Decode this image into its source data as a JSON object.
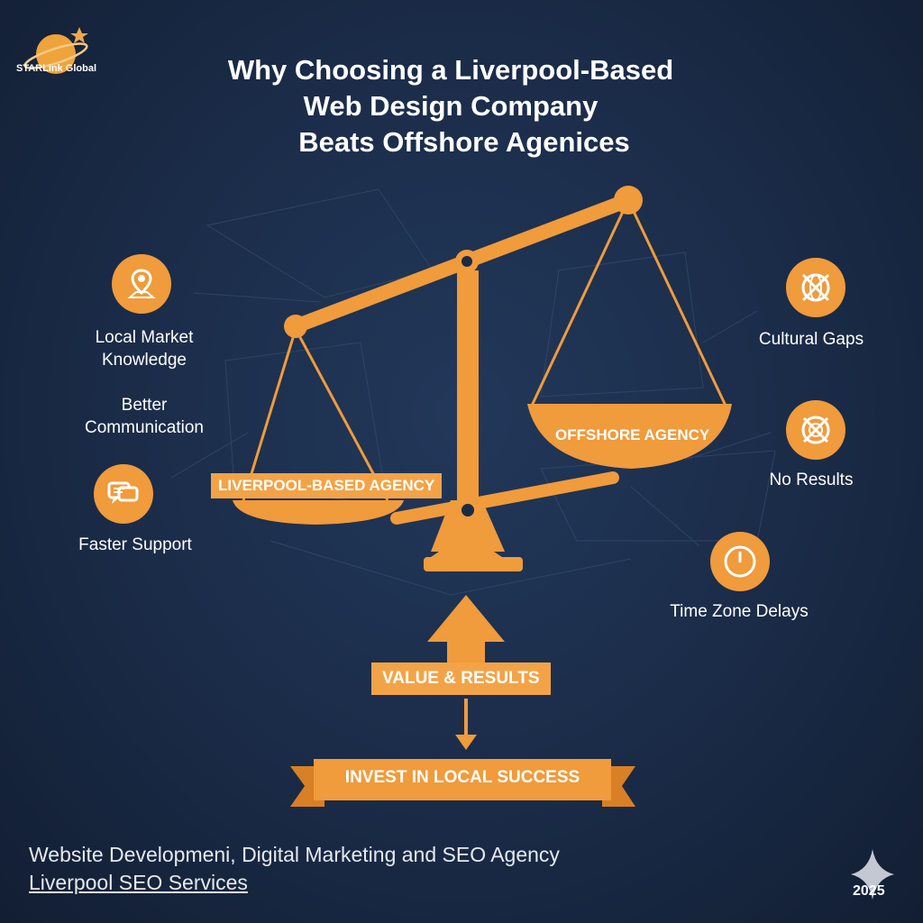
{
  "brand": {
    "logo_text": "STARLink Global"
  },
  "title": {
    "line1": "Why Choosing a Liverpool-Based",
    "line2": "Web Design Company",
    "line3": "Beats Offshore Agenices"
  },
  "left_benefits": [
    {
      "label": "Local Market Knowledge",
      "icon": "map-pin-icon"
    },
    {
      "label": "Better Communication",
      "icon": ""
    },
    {
      "label": "Faster Support",
      "icon": "chat-bubbles-icon"
    }
  ],
  "right_drawbacks": [
    {
      "label": "Cultural Gaps",
      "icon": "crossed-globe-icon"
    },
    {
      "label": "No Results",
      "icon": "crossed-target-icon"
    },
    {
      "label": "Time Zone Delays",
      "icon": "clock-icon"
    }
  ],
  "scale": {
    "left_pan_label": "LIVERPOOL-BASED AGENCY",
    "right_pan_label": "OFFSHORE AGENCY"
  },
  "value_label": "VALUE & RESULTS",
  "banner_label": "INVEST IN LOCAL SUCCESS",
  "footer": {
    "tagline": "Website Developmeni, Digital Marketing and SEO Agency",
    "link": "Liverpool SEO Services",
    "year": "2025"
  },
  "colors": {
    "accent": "#f09b3c",
    "background": "#1b2a44",
    "text": "#ffffff"
  }
}
